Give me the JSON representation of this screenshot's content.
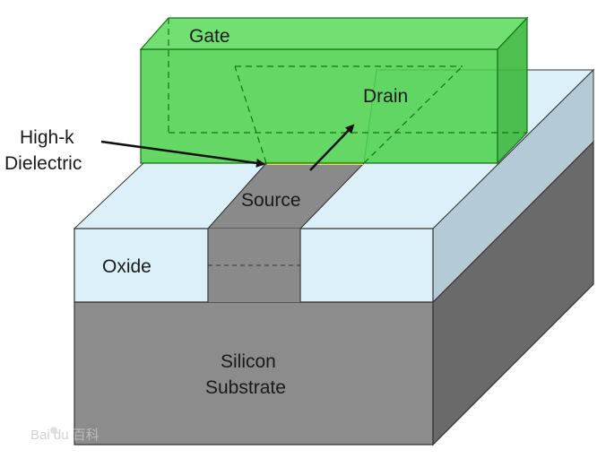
{
  "labels": {
    "gate": "Gate",
    "drain": "Drain",
    "high_k_line1": "High-k",
    "high_k_line2": "Dielectric",
    "source": "Source",
    "oxide": "Oxide",
    "substrate_line1": "Silicon",
    "substrate_line2": "Substrate"
  },
  "watermark": {
    "text": "Bai du 百科"
  },
  "colors": {
    "gate_fill": "#5cd65c",
    "gate_stroke": "#147314",
    "oxide_fill": "#dcf0fa",
    "oxide_side": "#b4cad6",
    "substrate_front": "#8c8c8c",
    "substrate_side": "#6a6a6a",
    "channel": "#8a8a8a",
    "high_k": "#f0e050"
  }
}
